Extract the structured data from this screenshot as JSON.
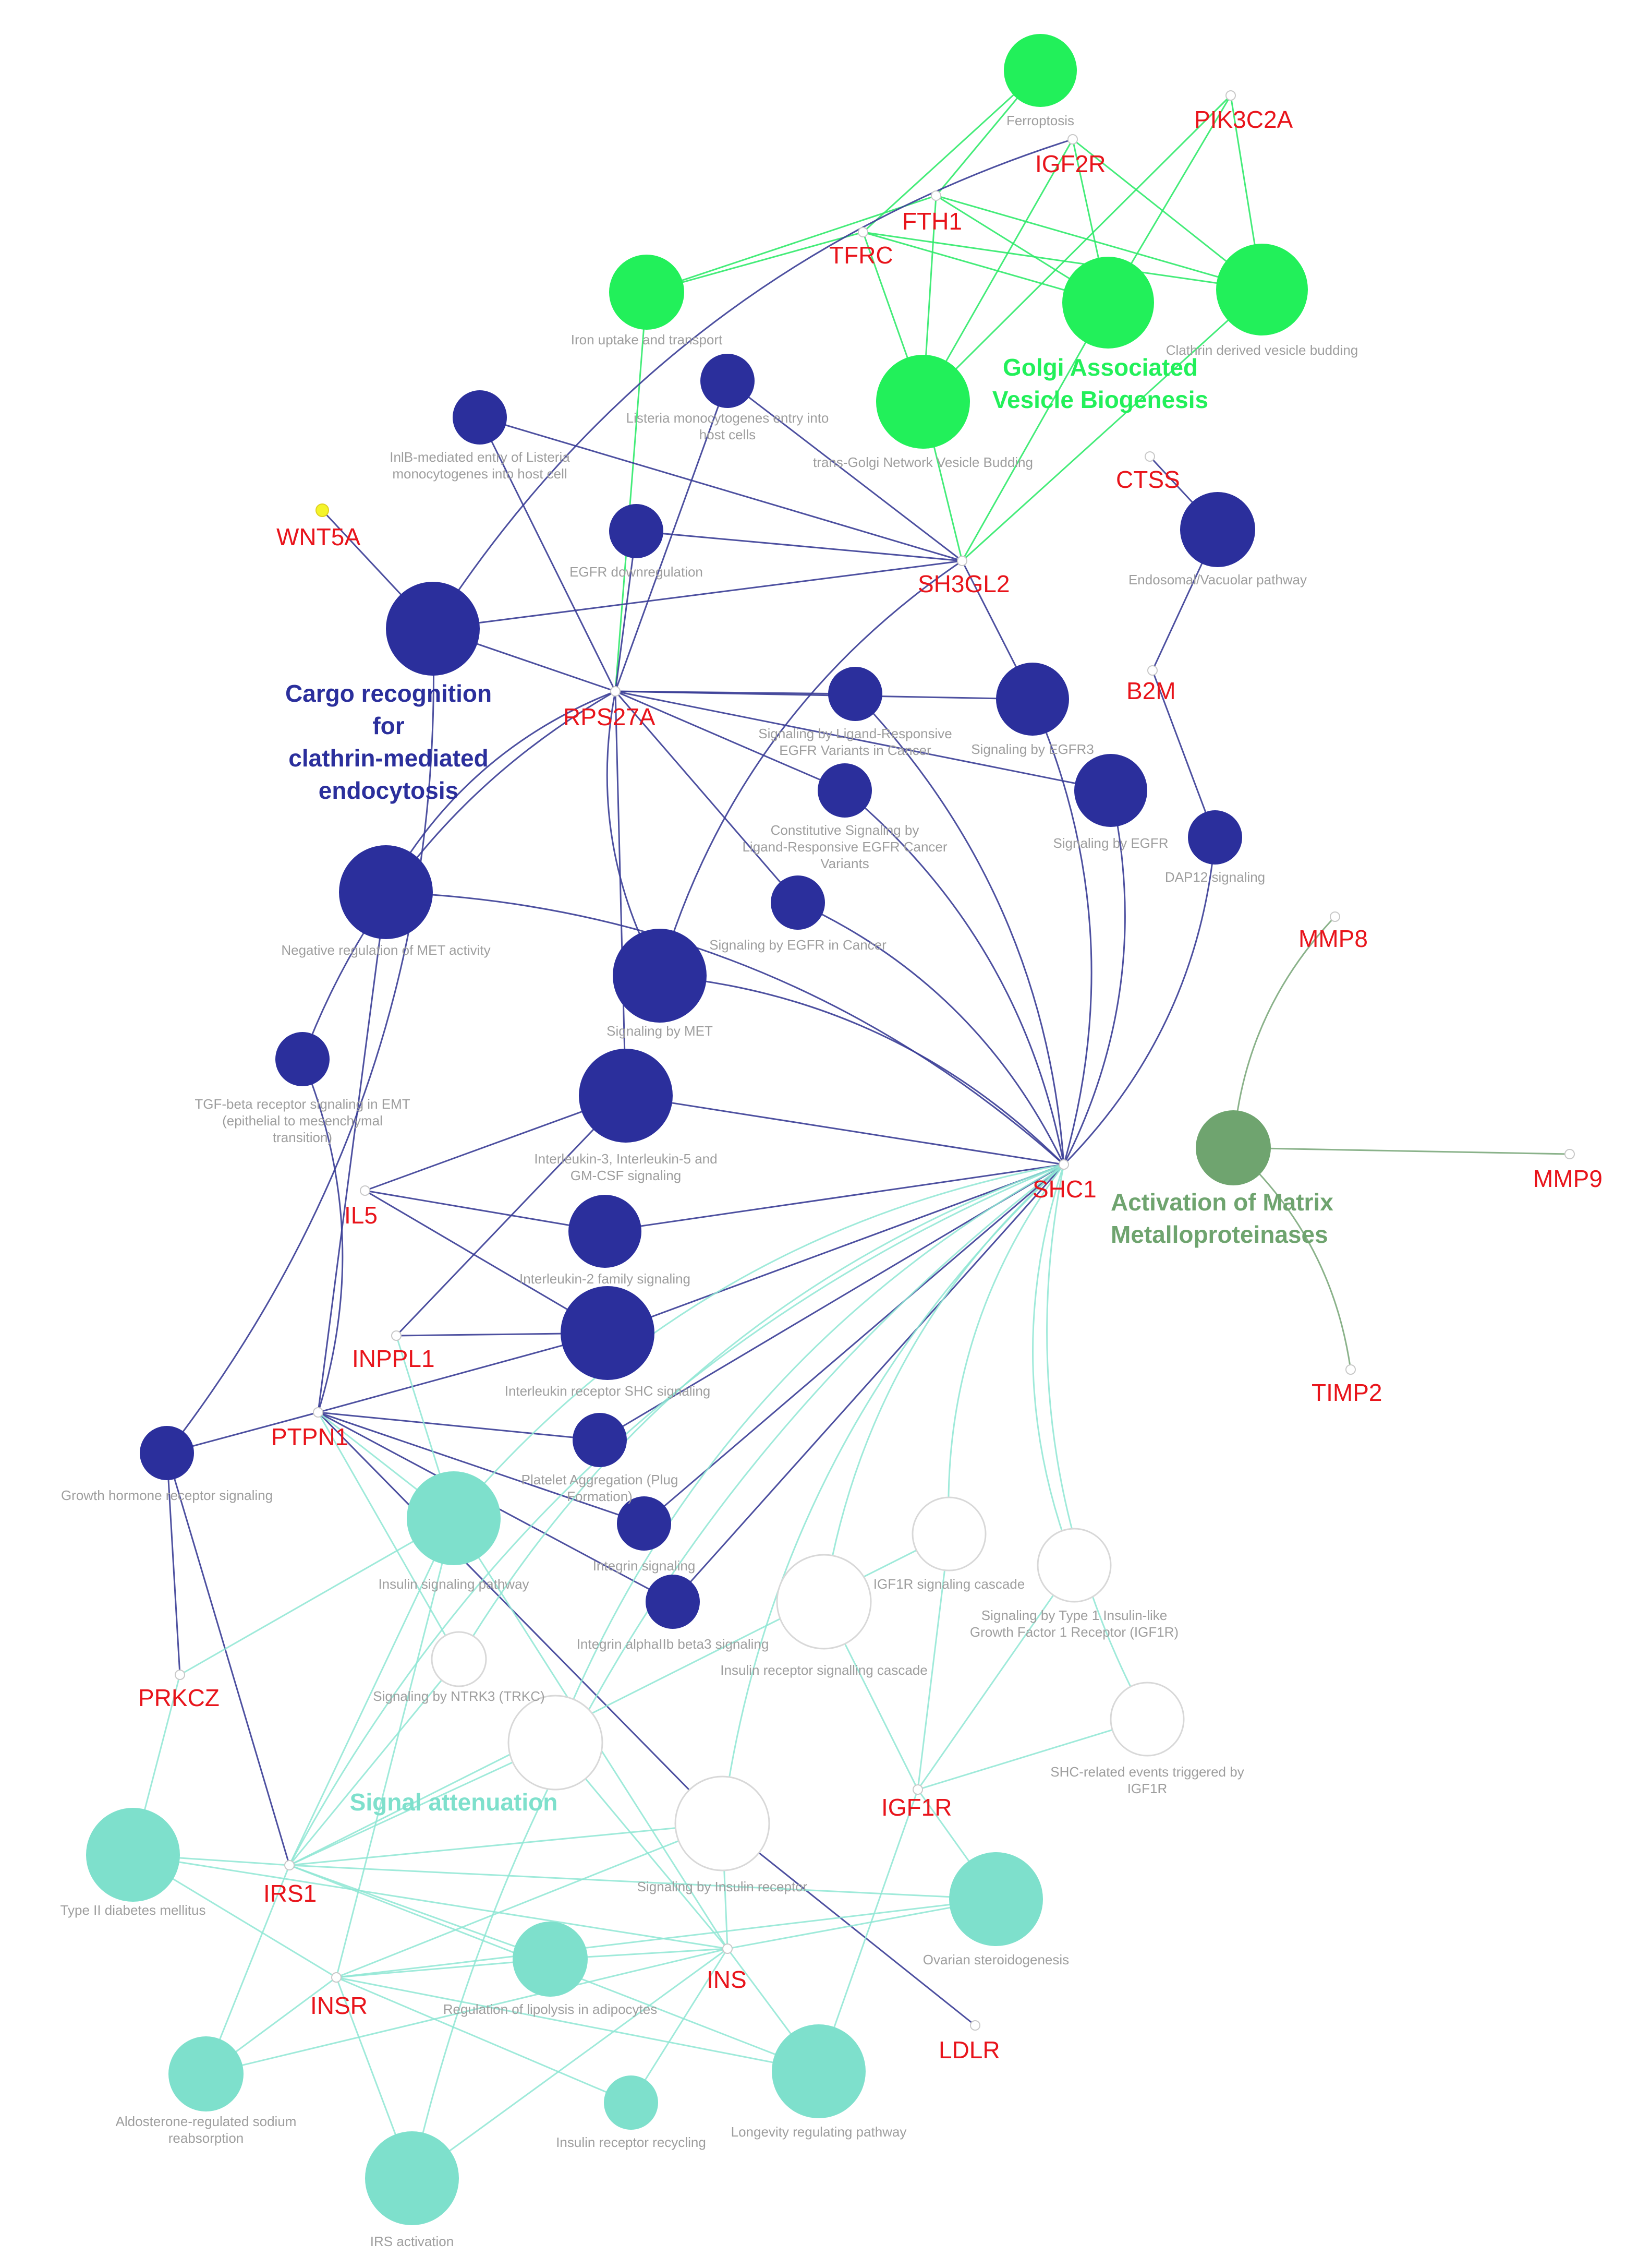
{
  "colors": {
    "navy": "#2b2f9c",
    "bright_green": "#22f05a",
    "teal": "#7ee0cc",
    "olive_green": "#6fa46f",
    "gene_text": "#e8141b",
    "label_text": "#9e9e9e",
    "empty_node_stroke": "#d8d8d8",
    "wnt5a_node": "#f4f42a"
  },
  "cluster_labels": [
    {
      "id": "golgi",
      "lines": [
        "Golgi Associated",
        "Vesicle Biogenesis"
      ],
      "color": "#22f05a"
    },
    {
      "id": "cargo",
      "lines": [
        "Cargo recognition",
        "for",
        "clathrin-mediated",
        "endocytosis"
      ],
      "color": "#2b2f9c"
    },
    {
      "id": "mmp",
      "lines": [
        "Activation of Matrix",
        "Metalloproteinases"
      ],
      "color": "#6fa46f"
    },
    {
      "id": "signal",
      "lines": [
        "Signal attenuation"
      ],
      "color": "#7ee0cc"
    }
  ],
  "genes": [
    {
      "id": "PIK3C2A",
      "label": "PIK3C2A"
    },
    {
      "id": "IGF2R",
      "label": "IGF2R"
    },
    {
      "id": "FTH1",
      "label": "FTH1"
    },
    {
      "id": "TFRC",
      "label": "TFRC"
    },
    {
      "id": "CTSS",
      "label": "CTSS"
    },
    {
      "id": "WNT5A",
      "label": "WNT5A"
    },
    {
      "id": "SH3GL2",
      "label": "SH3GL2"
    },
    {
      "id": "RPS27A",
      "label": "RPS27A"
    },
    {
      "id": "B2M",
      "label": "B2M"
    },
    {
      "id": "MMP8",
      "label": "MMP8"
    },
    {
      "id": "SHC1",
      "label": "SHC1"
    },
    {
      "id": "MMP9",
      "label": "MMP9"
    },
    {
      "id": "IL5",
      "label": "IL5"
    },
    {
      "id": "INPPL1",
      "label": "INPPL1"
    },
    {
      "id": "TIMP2",
      "label": "TIMP2"
    },
    {
      "id": "PTPN1",
      "label": "PTPN1"
    },
    {
      "id": "PRKCZ",
      "label": "PRKCZ"
    },
    {
      "id": "IGF1R",
      "label": "IGF1R"
    },
    {
      "id": "IRS1",
      "label": "IRS1"
    },
    {
      "id": "INS",
      "label": "INS"
    },
    {
      "id": "INSR",
      "label": "INSR"
    },
    {
      "id": "LDLR",
      "label": "LDLR"
    }
  ],
  "pathways": [
    {
      "id": "ferroptosis",
      "lines": [
        "Ferroptosis"
      ],
      "group": "bright_green"
    },
    {
      "id": "iron",
      "lines": [
        "Iron uptake and transport"
      ],
      "group": "bright_green"
    },
    {
      "id": "clathrin_bud",
      "lines": [
        "Clathrin derived vesicle budding"
      ],
      "group": "bright_green"
    },
    {
      "id": "golgi_bud",
      "lines": [
        "Golgi Associated Vesicle Biogenesis"
      ],
      "group": "bright_green"
    },
    {
      "id": "tgn_bud",
      "lines": [
        "trans-Golgi Network Vesicle Budding"
      ],
      "group": "bright_green"
    },
    {
      "id": "inlb",
      "lines": [
        "InlB-mediated entry of Listeria",
        "monocytogenes into host cell"
      ],
      "group": "navy"
    },
    {
      "id": "listeria",
      "lines": [
        "Listeria monocytogenes entry into",
        "host cells"
      ],
      "group": "navy"
    },
    {
      "id": "egfr_down",
      "lines": [
        "EGFR downregulation"
      ],
      "group": "navy"
    },
    {
      "id": "endosomal",
      "lines": [
        "Endosomal/Vacuolar pathway"
      ],
      "group": "navy"
    },
    {
      "id": "cargo",
      "lines": [
        "Cargo recognition for clathrin-mediated endocytosis"
      ],
      "group": "navy"
    },
    {
      "id": "lig_egfr",
      "lines": [
        "Signaling by Ligand-Responsive",
        "EGFR Variants in Cancer"
      ],
      "group": "navy"
    },
    {
      "id": "egfr3",
      "lines": [
        "Signaling by EGFR3"
      ],
      "group": "navy"
    },
    {
      "id": "const_egfr",
      "lines": [
        "Constitutive Signaling by",
        "Ligand-Responsive EGFR Cancer",
        "Variants"
      ],
      "group": "navy"
    },
    {
      "id": "egfr",
      "lines": [
        "Signaling by EGFR"
      ],
      "group": "navy"
    },
    {
      "id": "dap12",
      "lines": [
        "DAP12 signaling"
      ],
      "group": "navy"
    },
    {
      "id": "neg_met",
      "lines": [
        "Negative regulation of MET activity"
      ],
      "group": "navy"
    },
    {
      "id": "egfr_cancer",
      "lines": [
        "Signaling by EGFR in Cancer"
      ],
      "group": "navy"
    },
    {
      "id": "met",
      "lines": [
        "Signaling by MET"
      ],
      "group": "navy"
    },
    {
      "id": "tgfb",
      "lines": [
        "TGF-beta receptor signaling in EMT",
        "(epithelial to mesenchymal",
        "transition)"
      ],
      "group": "navy"
    },
    {
      "id": "il3",
      "lines": [
        "Interleukin-3, Interleukin-5 and",
        "GM-CSF signaling"
      ],
      "group": "navy"
    },
    {
      "id": "il2",
      "lines": [
        "Interleukin-2 family signaling"
      ],
      "group": "navy"
    },
    {
      "id": "il_shc",
      "lines": [
        "Interleukin receptor SHC signaling"
      ],
      "group": "navy"
    },
    {
      "id": "gh",
      "lines": [
        "Growth hormone receptor signaling"
      ],
      "group": "navy"
    },
    {
      "id": "platelet",
      "lines": [
        "Platelet Aggregation (Plug",
        "Formation)"
      ],
      "group": "navy"
    },
    {
      "id": "integrin",
      "lines": [
        "Integrin signaling"
      ],
      "group": "navy"
    },
    {
      "id": "integrin_ab3",
      "lines": [
        "Integrin alphaIIb beta3 signaling"
      ],
      "group": "navy"
    },
    {
      "id": "mmp_act",
      "lines": [
        "Activation of Matrix Metalloproteinases"
      ],
      "group": "olive_green"
    },
    {
      "id": "insulin_path",
      "lines": [
        "Insulin signaling pathway"
      ],
      "group": "teal"
    },
    {
      "id": "igf1r_casc",
      "lines": [
        "IGF1R signaling cascade"
      ],
      "group": "empty"
    },
    {
      "id": "type1_igf",
      "lines": [
        "Signaling by Type 1 Insulin-like",
        "Growth Factor 1 Receptor (IGF1R)"
      ],
      "group": "empty"
    },
    {
      "id": "ins_rec_casc",
      "lines": [
        "Insulin receptor signalling cascade"
      ],
      "group": "empty"
    },
    {
      "id": "ntrk3",
      "lines": [
        "Signaling by NTRK3 (TRKC)"
      ],
      "group": "empty"
    },
    {
      "id": "shc_events",
      "lines": [
        "SHC-related events triggered by",
        "IGF1R"
      ],
      "group": "empty"
    },
    {
      "id": "sig_atten",
      "lines": [
        "Signal attenuation"
      ],
      "group": "empty"
    },
    {
      "id": "ins_rec",
      "lines": [
        "Signaling by Insulin receptor"
      ],
      "group": "empty"
    },
    {
      "id": "t2d",
      "lines": [
        "Type II diabetes mellitus"
      ],
      "group": "teal"
    },
    {
      "id": "ovarian",
      "lines": [
        "Ovarian steroidogenesis"
      ],
      "group": "teal"
    },
    {
      "id": "lipolysis",
      "lines": [
        "Regulation of lipolysis in adipocytes"
      ],
      "group": "teal"
    },
    {
      "id": "aldo",
      "lines": [
        "Aldosterone-regulated sodium",
        "reabsorption"
      ],
      "group": "teal"
    },
    {
      "id": "ins_recycling",
      "lines": [
        "Insulin receptor recycling"
      ],
      "group": "teal"
    },
    {
      "id": "longevity",
      "lines": [
        "Longevity regulating pathway"
      ],
      "group": "teal"
    },
    {
      "id": "irs_act",
      "lines": [
        "IRS activation"
      ],
      "group": "teal"
    }
  ],
  "edges": [
    [
      "FTH1",
      "ferroptosis",
      "bright_green"
    ],
    [
      "FTH1",
      "iron",
      "bright_green"
    ],
    [
      "FTH1",
      "clathrin_bud",
      "bright_green"
    ],
    [
      "FTH1",
      "golgi_bud",
      "bright_green"
    ],
    [
      "FTH1",
      "tgn_bud",
      "bright_green"
    ],
    [
      "TFRC",
      "ferroptosis",
      "bright_green"
    ],
    [
      "TFRC",
      "iron",
      "bright_green"
    ],
    [
      "TFRC",
      "clathrin_bud",
      "bright_green"
    ],
    [
      "TFRC",
      "golgi_bud",
      "bright_green"
    ],
    [
      "TFRC",
      "tgn_bud",
      "bright_green"
    ],
    [
      "IGF2R",
      "clathrin_bud",
      "bright_green"
    ],
    [
      "IGF2R",
      "golgi_bud",
      "bright_green"
    ],
    [
      "IGF2R",
      "tgn_bud",
      "bright_green"
    ],
    [
      "PIK3C2A",
      "clathrin_bud",
      "bright_green"
    ],
    [
      "PIK3C2A",
      "golgi_bud",
      "bright_green"
    ],
    [
      "PIK3C2A",
      "tgn_bud",
      "bright_green"
    ],
    [
      "SH3GL2",
      "clathrin_bud",
      "bright_green"
    ],
    [
      "SH3GL2",
      "golgi_bud",
      "bright_green"
    ],
    [
      "SH3GL2",
      "tgn_bud",
      "bright_green"
    ],
    [
      "RPS27A",
      "iron",
      "bright_green"
    ],
    [
      "RPS27A",
      "inlb",
      "navy"
    ],
    [
      "RPS27A",
      "listeria",
      "navy"
    ],
    [
      "RPS27A",
      "egfr_down",
      "navy"
    ],
    [
      "RPS27A",
      "cargo",
      "navy"
    ],
    [
      "RPS27A",
      "lig_egfr",
      "navy"
    ],
    [
      "RPS27A",
      "egfr3",
      "navy"
    ],
    [
      "RPS27A",
      "const_egfr",
      "navy"
    ],
    [
      "RPS27A",
      "egfr",
      "navy"
    ],
    [
      "RPS27A",
      "neg_met",
      "navy"
    ],
    [
      "RPS27A",
      "egfr_cancer",
      "navy"
    ],
    [
      "RPS27A",
      "met",
      "navy"
    ],
    [
      "RPS27A",
      "il3",
      "navy"
    ],
    [
      "RPS27A",
      "tgfb",
      "navy"
    ],
    [
      "SH3GL2",
      "inlb",
      "navy"
    ],
    [
      "SH3GL2",
      "listeria",
      "navy"
    ],
    [
      "SH3GL2",
      "egfr_down",
      "navy"
    ],
    [
      "SH3GL2",
      "cargo",
      "navy"
    ],
    [
      "SH3GL2",
      "egfr3",
      "navy"
    ],
    [
      "SH3GL2",
      "met",
      "navy"
    ],
    [
      "IGF2R",
      "cargo",
      "navy"
    ],
    [
      "WNT5A",
      "cargo",
      "navy"
    ],
    [
      "CTSS",
      "endosomal",
      "navy"
    ],
    [
      "B2M",
      "endosomal",
      "navy"
    ],
    [
      "B2M",
      "dap12",
      "navy"
    ],
    [
      "SHC1",
      "lig_egfr",
      "navy"
    ],
    [
      "SHC1",
      "egfr3",
      "navy"
    ],
    [
      "SHC1",
      "const_egfr",
      "navy"
    ],
    [
      "SHC1",
      "egfr",
      "navy"
    ],
    [
      "SHC1",
      "dap12",
      "navy"
    ],
    [
      "SHC1",
      "egfr_cancer",
      "navy"
    ],
    [
      "SHC1",
      "met",
      "navy"
    ],
    [
      "SHC1",
      "il3",
      "navy"
    ],
    [
      "SHC1",
      "il2",
      "navy"
    ],
    [
      "SHC1",
      "il_shc",
      "navy"
    ],
    [
      "SHC1",
      "platelet",
      "navy"
    ],
    [
      "SHC1",
      "integrin",
      "navy"
    ],
    [
      "SHC1",
      "integrin_ab3",
      "navy"
    ],
    [
      "SHC1",
      "neg_met",
      "navy"
    ],
    [
      "IL5",
      "il3",
      "navy"
    ],
    [
      "IL5",
      "il2",
      "navy"
    ],
    [
      "IL5",
      "il_shc",
      "navy"
    ],
    [
      "INPPL1",
      "il3",
      "navy"
    ],
    [
      "INPPL1",
      "il_shc",
      "navy"
    ],
    [
      "PTPN1",
      "platelet",
      "navy"
    ],
    [
      "PTPN1",
      "integrin",
      "navy"
    ],
    [
      "PTPN1",
      "integrin_ab3",
      "navy"
    ],
    [
      "PTPN1",
      "gh",
      "navy"
    ],
    [
      "PTPN1",
      "neg_met",
      "navy"
    ],
    [
      "PTPN1",
      "il_shc",
      "navy"
    ],
    [
      "PTPN1",
      "tgfb",
      "navy"
    ],
    [
      "PTPN1",
      "ins_rec",
      "navy"
    ],
    [
      "gh",
      "cargo",
      "navy"
    ],
    [
      "PRKCZ",
      "gh",
      "navy"
    ],
    [
      "IRS1",
      "gh",
      "navy"
    ],
    [
      "LDLR",
      "ins_rec",
      "navy"
    ],
    [
      "SHC1",
      "igf1r_casc",
      "teal"
    ],
    [
      "SHC1",
      "type1_igf",
      "teal"
    ],
    [
      "SHC1",
      "ins_rec_casc",
      "teal"
    ],
    [
      "SHC1",
      "ntrk3",
      "teal"
    ],
    [
      "SHC1",
      "shc_events",
      "teal"
    ],
    [
      "SHC1",
      "sig_atten",
      "teal"
    ],
    [
      "SHC1",
      "ins_rec",
      "teal"
    ],
    [
      "SHC1",
      "insulin_path",
      "teal"
    ],
    [
      "SHC1",
      "irs_act",
      "teal"
    ],
    [
      "SHC1",
      "IRS1",
      "teal"
    ],
    [
      "IRS1",
      "insulin_path",
      "teal"
    ],
    [
      "IRS1",
      "t2d",
      "teal"
    ],
    [
      "IRS1",
      "lipolysis",
      "teal"
    ],
    [
      "IRS1",
      "aldo",
      "teal"
    ],
    [
      "IRS1",
      "longevity",
      "teal"
    ],
    [
      "IRS1",
      "ins_rec",
      "teal"
    ],
    [
      "IRS1",
      "sig_atten",
      "teal"
    ],
    [
      "IRS1",
      "ovarian",
      "teal"
    ],
    [
      "IRS1",
      "ntrk3",
      "teal"
    ],
    [
      "IRS1",
      "igf1r_casc",
      "teal"
    ],
    [
      "INSR",
      "t2d",
      "teal"
    ],
    [
      "INSR",
      "aldo",
      "teal"
    ],
    [
      "INSR",
      "lipolysis",
      "teal"
    ],
    [
      "INSR",
      "irs_act",
      "teal"
    ],
    [
      "INSR",
      "ins_recycling",
      "teal"
    ],
    [
      "INSR",
      "longevity",
      "teal"
    ],
    [
      "INSR",
      "ovarian",
      "teal"
    ],
    [
      "INSR",
      "insulin_path",
      "teal"
    ],
    [
      "INSR",
      "ins_rec",
      "teal"
    ],
    [
      "INS",
      "t2d",
      "teal"
    ],
    [
      "INS",
      "lipolysis",
      "teal"
    ],
    [
      "INS",
      "aldo",
      "teal"
    ],
    [
      "INS",
      "ovarian",
      "teal"
    ],
    [
      "INS",
      "ins_recycling",
      "teal"
    ],
    [
      "INS",
      "longevity",
      "teal"
    ],
    [
      "INS",
      "irs_act",
      "teal"
    ],
    [
      "INS",
      "sig_atten",
      "teal"
    ],
    [
      "INS",
      "ins_rec",
      "teal"
    ],
    [
      "INS",
      "insulin_path",
      "teal"
    ],
    [
      "IGF1R",
      "ovarian",
      "teal"
    ],
    [
      "IGF1R",
      "igf1r_casc",
      "teal"
    ],
    [
      "IGF1R",
      "type1_igf",
      "teal"
    ],
    [
      "IGF1R",
      "shc_events",
      "teal"
    ],
    [
      "IGF1R",
      "longevity",
      "teal"
    ],
    [
      "IGF1R",
      "ins_rec_casc",
      "teal"
    ],
    [
      "PRKCZ",
      "insulin_path",
      "teal"
    ],
    [
      "PRKCZ",
      "t2d",
      "teal"
    ],
    [
      "PTPN1",
      "insulin_path",
      "teal"
    ],
    [
      "INPPL1",
      "insulin_path",
      "teal"
    ],
    [
      "PTPN1",
      "ntrk3",
      "teal"
    ],
    [
      "MMP8",
      "mmp_act",
      "olive_green"
    ],
    [
      "MMP9",
      "mmp_act",
      "olive_green"
    ],
    [
      "TIMP2",
      "mmp_act",
      "olive_green"
    ]
  ]
}
